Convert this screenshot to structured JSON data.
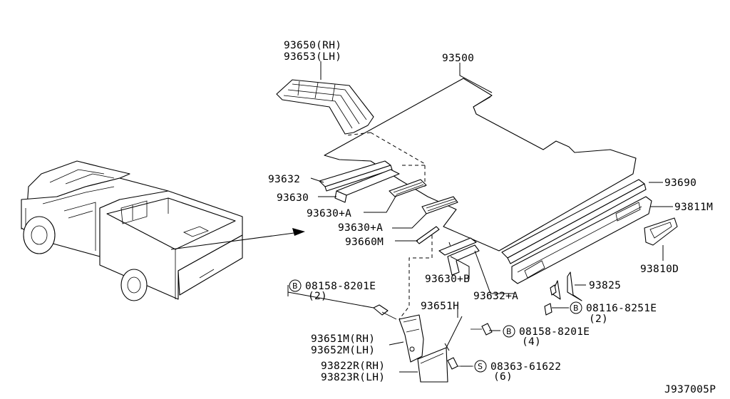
{
  "diagram_code": "J937005P",
  "labels": {
    "p93650": "93650(RH)",
    "p93653": "93653(LH)",
    "p93500": "93500",
    "p93632": "93632",
    "p93630": "93630",
    "p93630a1": "93630+A",
    "p93630a2": "93630+A",
    "p93660m": "93660M",
    "p93630b": "93630+B",
    "p93632a": "93632+A",
    "p93690": "93690",
    "p93811m": "93811M",
    "p93810d": "93810D",
    "p93825": "93825",
    "bolt1": "08158-8201E",
    "bolt1_qty": "(2)",
    "bolt2": "08116-8251E",
    "bolt2_qty": "(2)",
    "bolt3": "08158-8201E",
    "bolt3_qty": "(4)",
    "screw1": "08363-61622",
    "screw1_qty": "(6)",
    "p93651h": "93651H",
    "p93651m": "93651M(RH)",
    "p93652m": "93652M(LH)",
    "p93822r": "93822R(RH)",
    "p93823r": "93823R(LH)"
  },
  "prefix_symbols": {
    "bolt": "B",
    "screw": "S"
  }
}
